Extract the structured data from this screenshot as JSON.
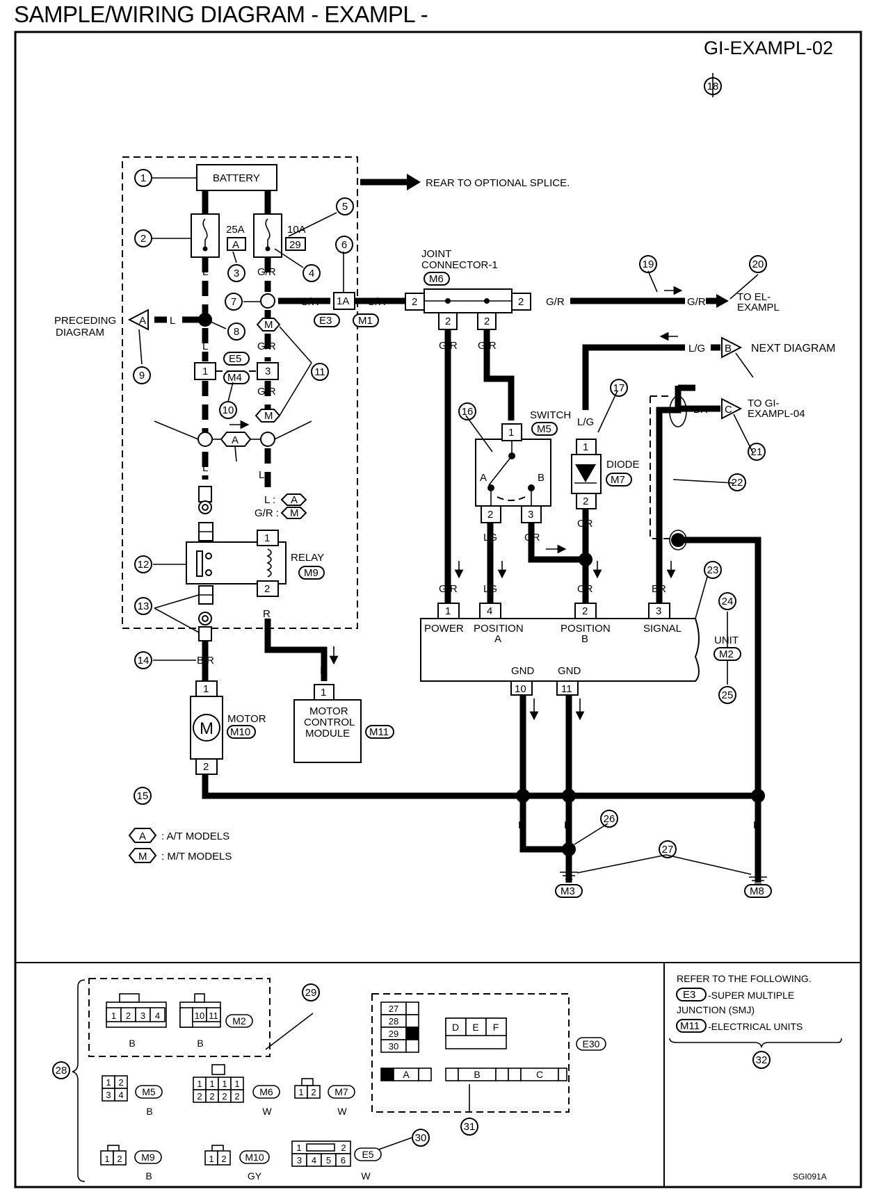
{
  "page_title": "SAMPLE/WIRING DIAGRAM - EXAMPL -",
  "diagram_id": "GI-EXAMPL-02",
  "footer_code": "SGI091A",
  "components": {
    "battery": "BATTERY",
    "fuse_25a": "25A",
    "fuse_25a_loc": "A",
    "fuse_10a": "10A",
    "fuse_10a_loc": "29",
    "rear_arrow": "REAR TO OPTIONAL SPLICE.",
    "preceding_line1": "PRECEDING",
    "preceding_line2": "DIAGRAM",
    "preceding_letter": "A",
    "joint_line1": "JOINT",
    "joint_line2": "CONNECTOR-1",
    "joint_conn": "M6",
    "to_el_line1": "TO EL-",
    "to_el_line2": "EXAMPL",
    "next_diagram": "NEXT DIAGRAM",
    "next_letter": "B",
    "to_gi_line1": "TO GI-",
    "to_gi_line2": "EXAMPL-04",
    "to_gi_letter": "C",
    "switch": "SWITCH",
    "switch_conn": "M5",
    "switch_a": "A",
    "switch_b": "B",
    "diode": "DIODE",
    "diode_conn": "M7",
    "relay": "RELAY",
    "relay_conn": "M9",
    "motor": "MOTOR",
    "motor_conn": "M10",
    "motor_symbol": "M",
    "mcm_line1": "MOTOR",
    "mcm_line2": "CONTROL",
    "mcm_line3": "MODULE",
    "mcm_conn": "M11",
    "unit": "UNIT",
    "unit_conn": "M2",
    "unit_power": "POWER",
    "unit_pos_a1": "POSITION",
    "unit_pos_a2": "A",
    "unit_pos_b1": "POSITION",
    "unit_pos_b2": "B",
    "unit_signal": "SIGNAL",
    "unit_gnd": "GND",
    "ground_m3": "M3",
    "ground_m8": "M8",
    "legend_at": ": A/T MODELS",
    "legend_mt": ": M/T MODELS",
    "legend_a": "A",
    "legend_m": "M",
    "conn_e3": "E3",
    "conn_m1": "M1",
    "conn_e5": "E5",
    "conn_m4": "M4",
    "conn_1a": "1A"
  },
  "wire_colors": {
    "L": "L",
    "GR": "G/R",
    "LG": "LG",
    "OR": "OR",
    "BR": "BR",
    "B": "B",
    "R": "R",
    "BR2": "B/R",
    "LG2": "L/G",
    "L_colon": "L :",
    "GR_colon": "G/R :"
  },
  "pins": {
    "p1": "1",
    "p2": "2",
    "p3": "3",
    "p4": "4",
    "p10": "10",
    "p11": "11"
  },
  "callouts": [
    "1",
    "2",
    "3",
    "4",
    "5",
    "6",
    "7",
    "8",
    "9",
    "10",
    "11",
    "12",
    "13",
    "14",
    "15",
    "16",
    "17",
    "18",
    "19",
    "20",
    "21",
    "22",
    "23",
    "24",
    "25",
    "26",
    "27",
    "28",
    "29",
    "30",
    "31",
    "32"
  ],
  "connector_views": {
    "m2_grid_top": [
      "1",
      "2",
      "3",
      "4"
    ],
    "m2_grid_top2": [
      "10",
      "11"
    ],
    "m2_conn": "M2",
    "color_b": "B",
    "m5_grid": [
      "1",
      "2",
      "3",
      "4"
    ],
    "m5_conn": "M5",
    "m6_grid": [
      "1",
      "1",
      "1",
      "1",
      "2",
      "2",
      "2",
      "2"
    ],
    "m6_conn": "M6",
    "m6_color": "W",
    "m7_grid": [
      "1",
      "2"
    ],
    "m7_conn": "M7",
    "m7_color": "W",
    "m9_grid": [
      "1",
      "2"
    ],
    "m9_conn": "M9",
    "m9_color": "B",
    "m10_grid": [
      "1",
      "2"
    ],
    "m10_conn": "M10",
    "m10_color": "GY",
    "e5_grid": [
      "1",
      "2",
      "3",
      "4",
      "5",
      "6"
    ],
    "e5_conn": "E5",
    "e5_color": "W",
    "fuse_rows": [
      "27",
      "28",
      "29",
      "30"
    ],
    "relay_cells": [
      "D",
      "E",
      "F"
    ],
    "fuse_strip_a": "A",
    "fuse_strip_b": "B",
    "fuse_strip_c": "C",
    "e30": "E30"
  },
  "reference": {
    "heading": "REFER TO THE FOLLOWING.",
    "smj_code": "E3",
    "smj_line1": "-SUPER MULTIPLE",
    "smj_line2": "JUNCTION (SMJ)",
    "eu_code": "M11",
    "eu_text": "-ELECTRICAL UNITS"
  }
}
